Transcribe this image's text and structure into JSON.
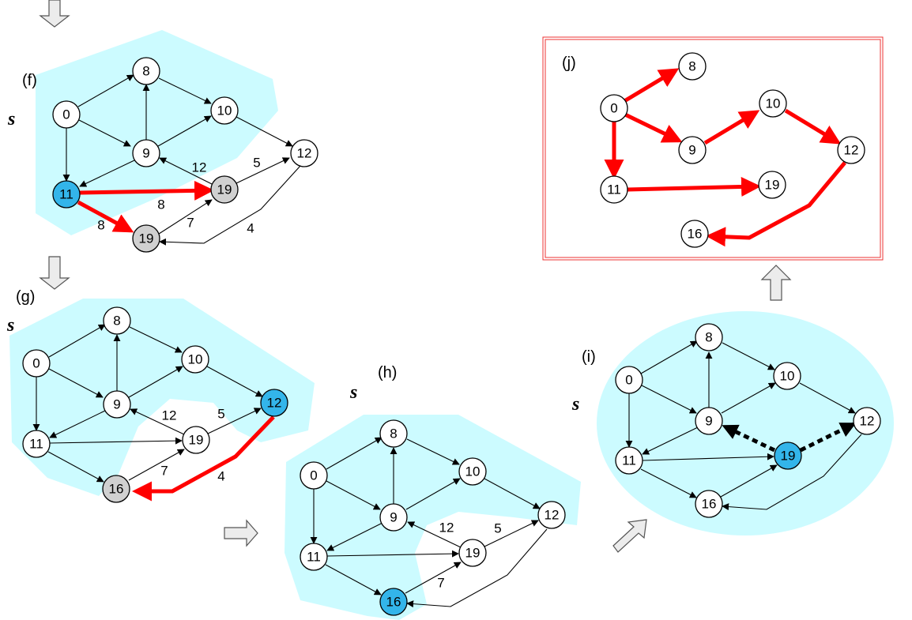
{
  "colors": {
    "hull": "#ccfbff",
    "current_node": "#33b5ea",
    "frontier_node": "#d0d0d0",
    "tree_edge": "#ff0000",
    "frame": "#ee3333"
  },
  "source_label": "s",
  "panels": [
    {
      "id": "f",
      "label": "(f)"
    },
    {
      "id": "g",
      "label": "(g)"
    },
    {
      "id": "h",
      "label": "(h)"
    },
    {
      "id": "i",
      "label": "(i)"
    },
    {
      "id": "j",
      "label": "(j)"
    }
  ],
  "nodes": {
    "f": [
      "0",
      "8",
      "10",
      "9",
      "12",
      "11",
      "19",
      "19"
    ],
    "g": [
      "0",
      "8",
      "10",
      "9",
      "12",
      "11",
      "19",
      "16"
    ],
    "h": [
      "0",
      "8",
      "10",
      "9",
      "12",
      "11",
      "19",
      "16"
    ],
    "i": [
      "0",
      "8",
      "10",
      "9",
      "12",
      "11",
      "19",
      "16"
    ],
    "j": [
      "0",
      "8",
      "10",
      "9",
      "12",
      "11",
      "19",
      "16"
    ]
  },
  "edge_weights": {
    "f": [
      "12",
      "5",
      "8",
      "8",
      "7",
      "4"
    ],
    "g": [
      "12",
      "5",
      "7",
      "4"
    ],
    "h": [
      "12",
      "5",
      "7"
    ]
  },
  "arrow_icons": [
    "down-arrow",
    "down-arrow",
    "right-arrow",
    "diagonal-up-right-arrow",
    "up-arrow"
  ]
}
